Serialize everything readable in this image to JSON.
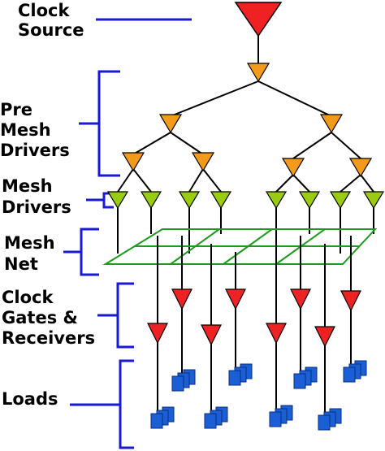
{
  "labels": {
    "clock_source": [
      "Clock",
      "Source"
    ],
    "pre_mesh_drivers": [
      "Pre",
      "Mesh",
      "Drivers"
    ],
    "mesh_drivers": [
      "Mesh",
      "Drivers"
    ],
    "mesh_net": [
      "Mesh",
      "Net"
    ],
    "clock_gates_receivers": [
      "Clock",
      "Gates &",
      "Receivers"
    ],
    "loads": [
      "Loads"
    ]
  },
  "colors": {
    "clock_source": "#ee2222",
    "pre_mesh_driver": "#f29a1a",
    "mesh_driver": "#99cc11",
    "mesh_net": "#1f9a1f",
    "receiver": "#ee2222",
    "load": "#1a5fd6",
    "bracket": "#1a1ad6"
  }
}
